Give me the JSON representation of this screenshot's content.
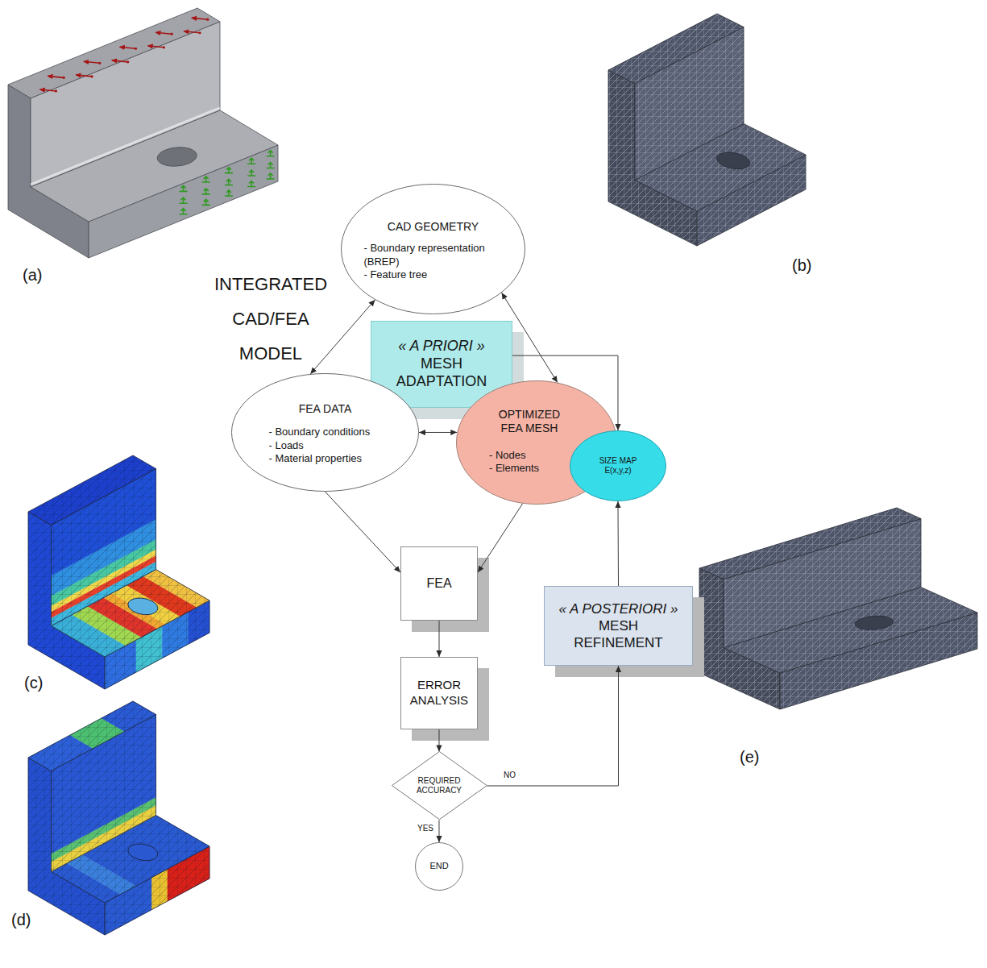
{
  "diagram": {
    "nodes": [
      {
        "text": [
          "INTEGRATED CAD/FEA MODEL"
        ]
      },
      {
        "text": [
          "CAD GEOMETRY",
          "- Boundary representation (BREP)",
          "- Feature tree"
        ],
        "in": 0
      },
      {
        "text": [
          "« A PRIORI »",
          "MESH ADAPTATION"
        ],
        "in": 0
      },
      {
        "text": [
          "FEA DATA",
          "- Boundary conditions",
          "- Loads",
          "- Material properties"
        ],
        "in": 0
      },
      {
        "text": [
          "OPTIMIZED FEA MESH",
          "- Nodes",
          "- Elements"
        ],
        "in": 0
      },
      {
        "text": [
          "SIZE MAP",
          "E(x,y,z)"
        ],
        "in": 4
      },
      {
        "text": [
          "FEA"
        ]
      },
      {
        "text": [
          "ERROR ANALYSIS"
        ]
      },
      {
        "text": [
          "REQUIRED ACCURACY"
        ]
      },
      {
        "text": [
          "END"
        ]
      },
      {
        "text": [
          "« A POSTERIORI »",
          "MESH REFINEMENT"
        ]
      }
    ],
    "edges": [
      {
        "from": 1,
        "to": 3,
        "arrow": "both"
      },
      {
        "from": 1,
        "to": 4,
        "arrow": "both"
      },
      {
        "from": 3,
        "to": 4,
        "arrow": "both"
      },
      {
        "from": 2,
        "to": 5,
        "arrow": "to"
      },
      {
        "from": 3,
        "to": 6,
        "arrow": "to"
      },
      {
        "from": 4,
        "to": 6,
        "arrow": "to"
      },
      {
        "from": 6,
        "to": 7,
        "arrow": "to"
      },
      {
        "from": 7,
        "to": 8,
        "arrow": "to"
      },
      {
        "from": 8,
        "to": 9,
        "label": "YES",
        "arrow": "to"
      },
      {
        "from": 8,
        "to": 10,
        "label": "NO",
        "arrow": "to"
      },
      {
        "from": 10,
        "to": 5,
        "arrow": "to"
      }
    ],
    "labels": [
      "(a)",
      "(b)",
      "(c)",
      "(d)",
      "(e)"
    ]
  }
}
